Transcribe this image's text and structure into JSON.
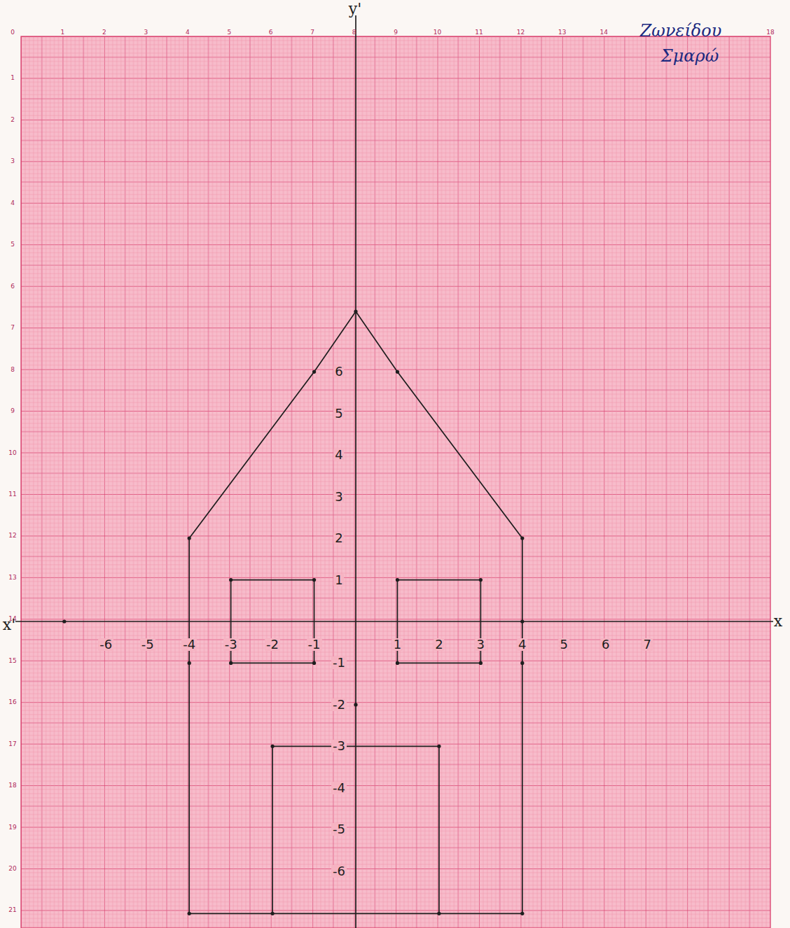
{
  "diagram": {
    "labels": [
      "0",
      "1",
      "2",
      "3",
      "4",
      "5",
      "6",
      "7",
      "8",
      "9",
      "10",
      "11",
      "12",
      "13",
      "14",
      "18",
      "1",
      "2",
      "3",
      "4",
      "5",
      "6",
      "7",
      "8",
      "9",
      "10",
      "11",
      "12",
      "13",
      "14",
      "15",
      "16",
      "17",
      "18",
      "19",
      "20",
      "21",
      "y'",
      "x'",
      "x",
      "-6",
      "-5",
      "-4",
      "-3",
      "-2",
      "-1",
      "1",
      "2",
      "3",
      "4",
      "5",
      "6",
      "7",
      "6",
      "5",
      "4",
      "3",
      "2",
      "1",
      "-1",
      "-2",
      "-3",
      "-4",
      "-5",
      "-6",
      "Ζωνείδου",
      "Σμαρώ"
    ]
  }
}
